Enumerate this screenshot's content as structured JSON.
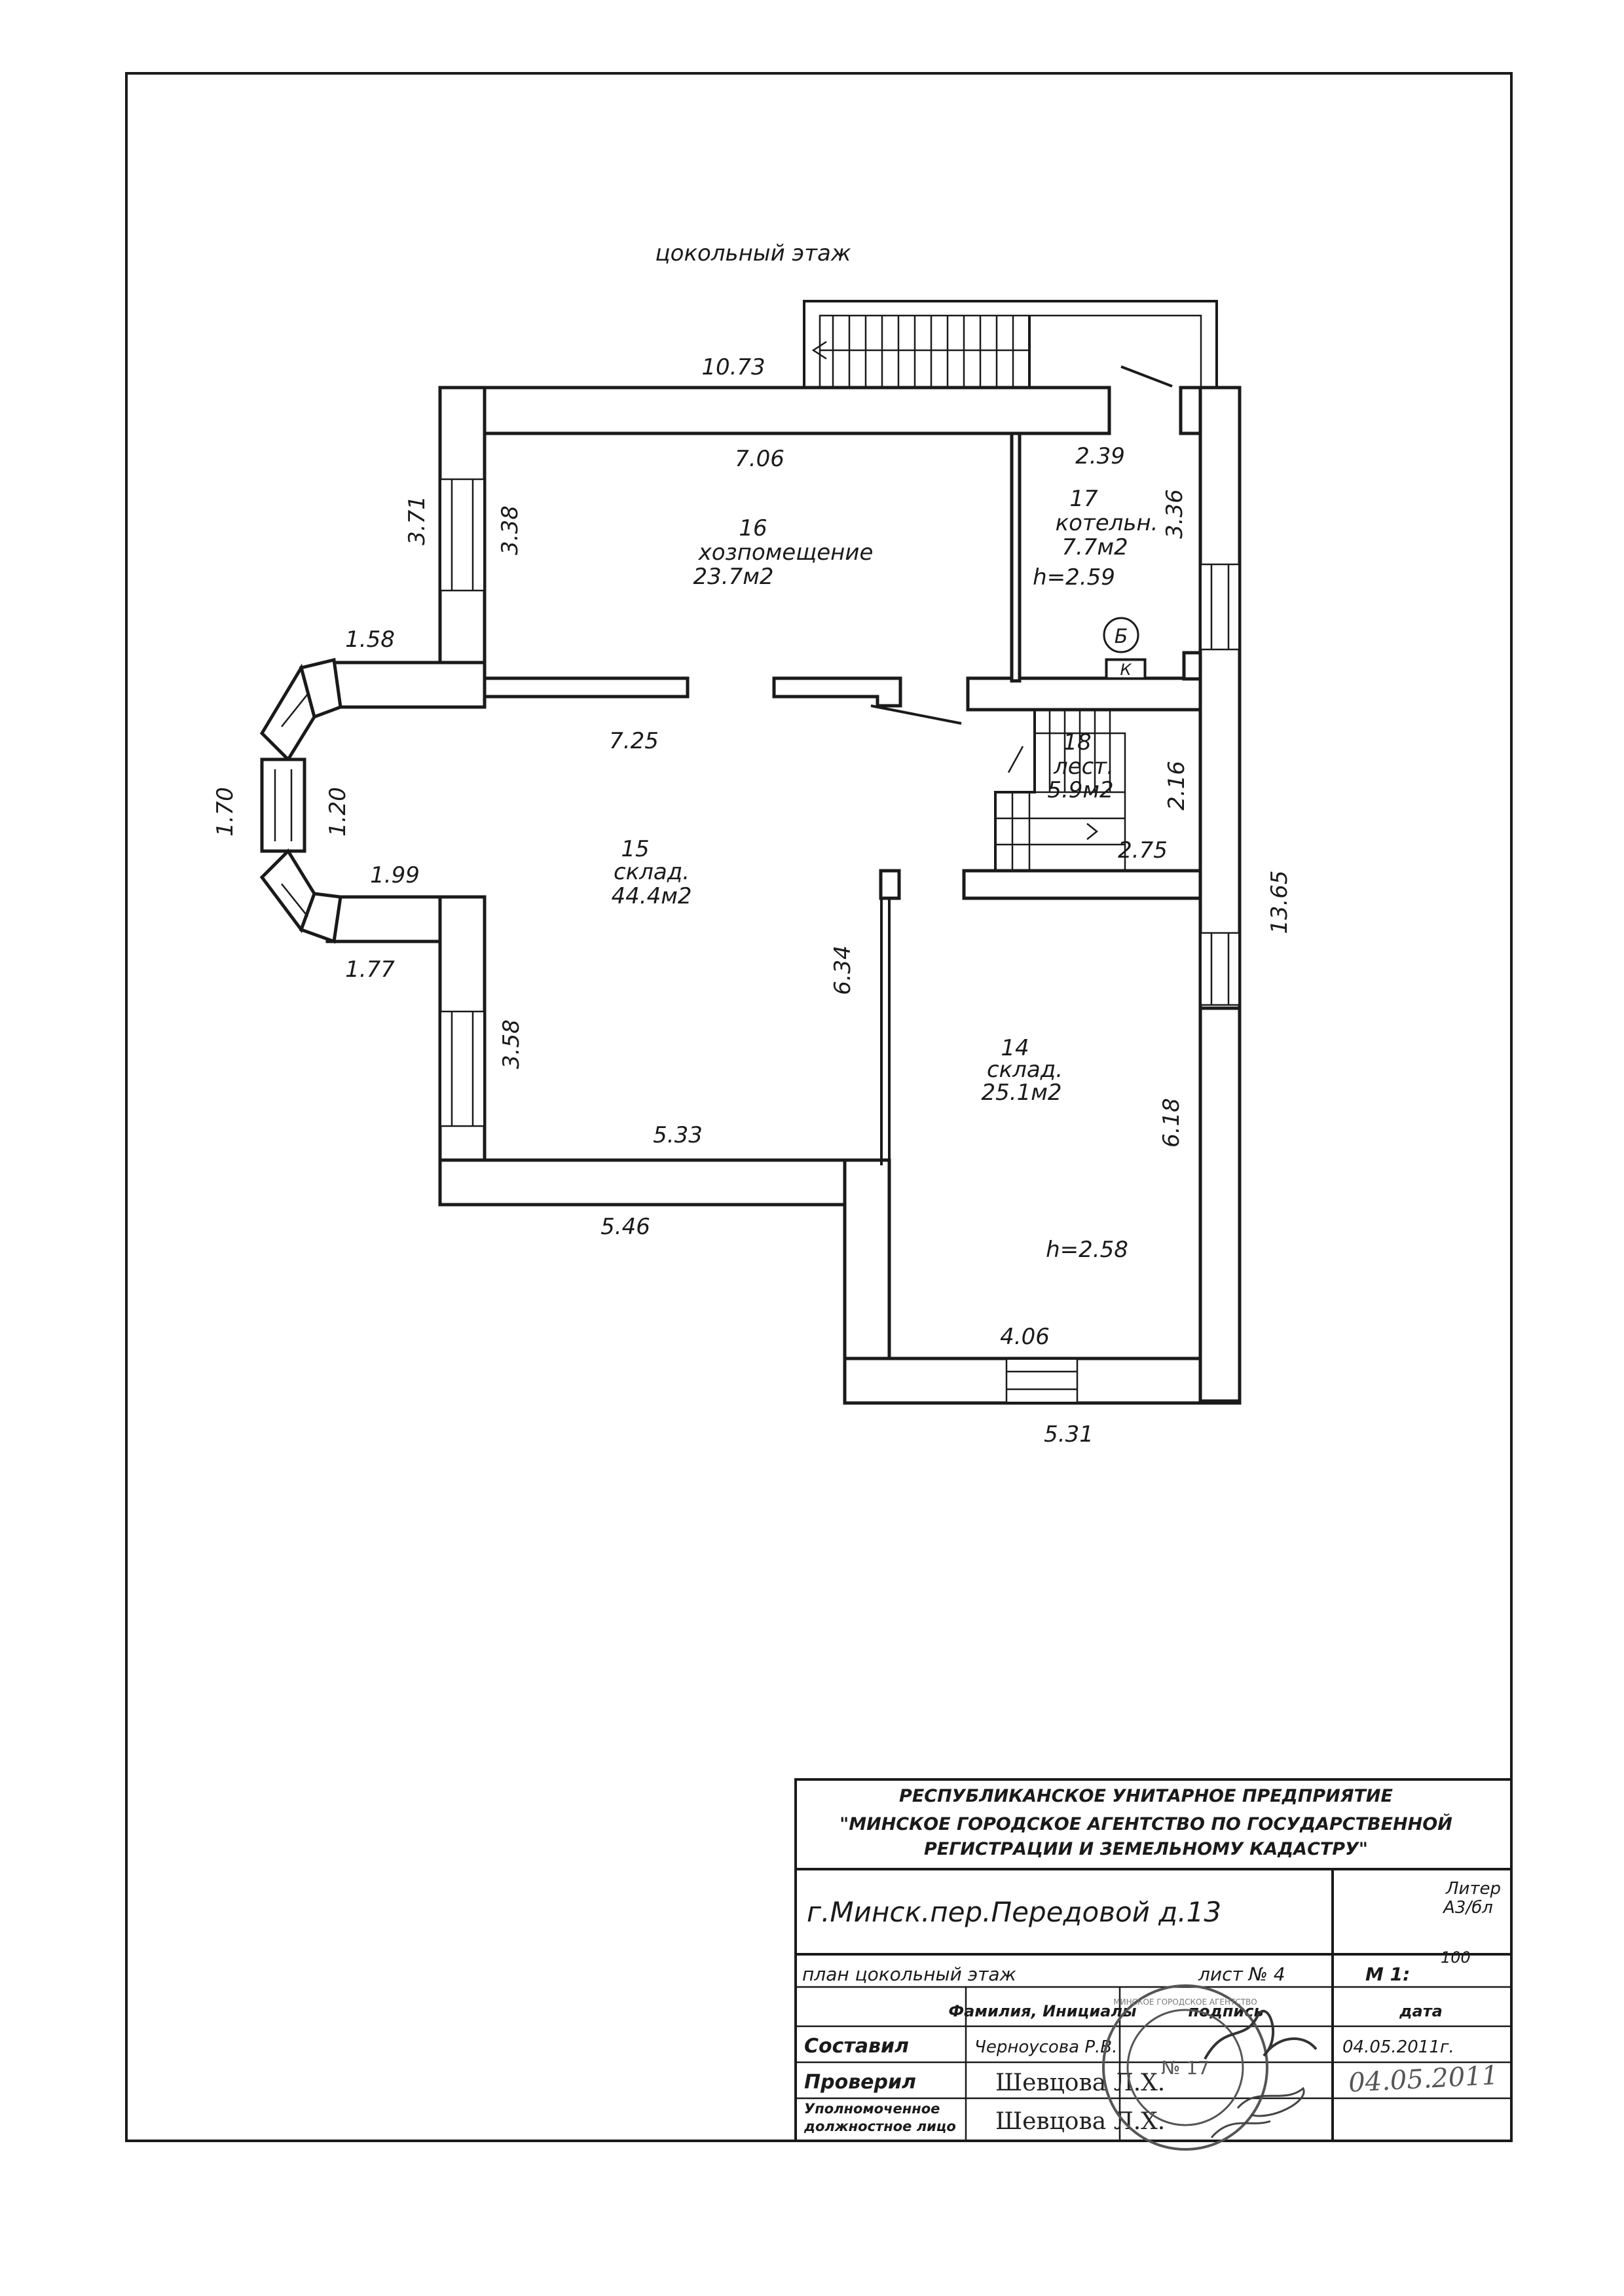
{
  "plan": {
    "title": "цокольный этаж",
    "rooms": [
      {
        "number": "16",
        "name": "хозпомещение",
        "area": "23.7м2"
      },
      {
        "number": "17",
        "name": "котельн.",
        "area": "7.7м2",
        "height": "h=2.59"
      },
      {
        "number": "18",
        "name": "лест.",
        "area": "5.9м2"
      },
      {
        "number": "15",
        "name": "склад.",
        "area": "44.4м2"
      },
      {
        "number": "14",
        "name": "склад.",
        "area": "25.1м2",
        "height": "h=2.58"
      }
    ],
    "dimensions": {
      "top_outer": "10.73",
      "room16_top": "7.06",
      "room17_top": "2.39",
      "left_upper_outer": "3.71",
      "room16_left": "3.38",
      "room17_right": "3.36",
      "bay_top": "1.58",
      "bay_outer": "1.70",
      "bay_inner": "1.20",
      "bay_bottom_inner": "1.99",
      "bay_bottom": "1.77",
      "room15_top": "7.25",
      "stair_right": "2.16",
      "stair_bottom": "2.75",
      "right_outer": "13.65",
      "partition": "6.34",
      "left_lower_inner": "3.58",
      "room15_bottom": "5.33",
      "bottom_left_outer": "5.46",
      "room14_right": "6.18",
      "room14_bottom": "4.06",
      "bottom_right_outer": "5.31"
    },
    "markers": {
      "circle_label": "Б",
      "box_label": "К"
    }
  },
  "title_block": {
    "org_line1": "РЕСПУБЛИКАНСКОЕ УНИТАРНОЕ ПРЕДПРИЯТИЕ",
    "org_line2": "\"МИНСКОЕ ГОРОДСКОЕ АГЕНТСТВО ПО ГОСУДАРСТВЕННОЙ",
    "org_line3": "РЕГИСТРАЦИИ И ЗЕМЕЛЬНОМУ КАДАСТРУ\"",
    "address": "г.Минск.пер.Передовой   д.13",
    "liter_label": "Литер",
    "liter_value": "А3/бл",
    "plan_name": "план  цокольный этаж",
    "sheet": "лист  № 4",
    "scale_label": "М 1:",
    "scale_value": "100",
    "col_name": "Фамилия, Инициалы",
    "col_sign": "подпись",
    "col_date": "дата",
    "row1_role": "Составил",
    "row1_name": "Черноусова Р.В.",
    "row1_date": "04.05.2011г.",
    "row2_role": "Проверил",
    "row2_name": "Шевцова Л.Х.",
    "row2_date": "04.05.2011",
    "row3_role_a": "Уполномоченное",
    "row3_role_b": "должностное лицо",
    "row3_name": "Шевцова Л.Х."
  },
  "stamp": {
    "text": "МИНСКОЕ ГОРОДСКОЕ АГЕНТСТВО",
    "number": "№ 17"
  }
}
